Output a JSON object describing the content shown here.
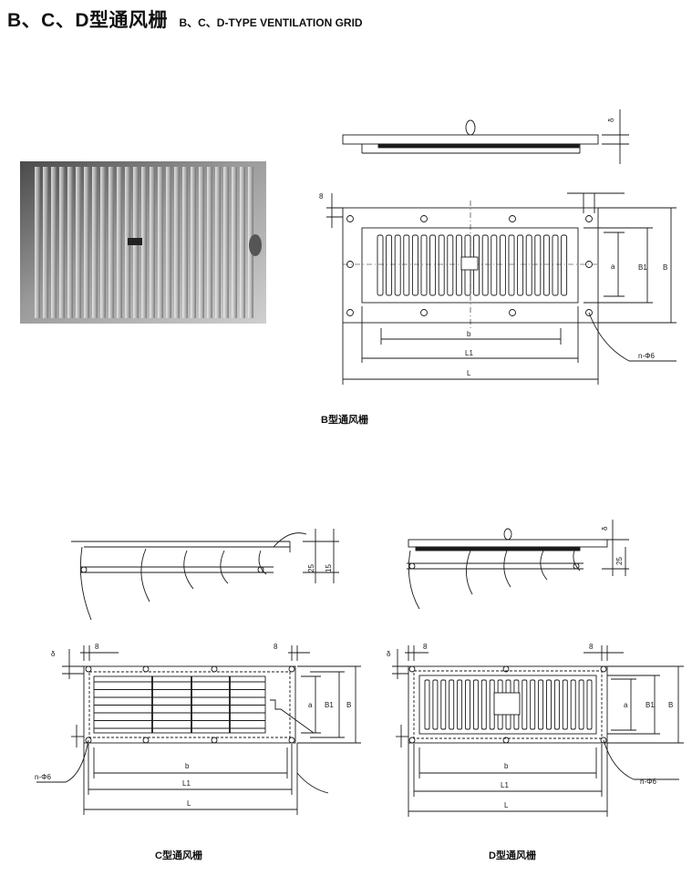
{
  "header": {
    "title_cn": "B、C、D型通风栅",
    "title_en": "B、C、D-TYPE VENTILATION GRID"
  },
  "captions": {
    "b_type": "B型通风栅",
    "c_type": "C型通风栅",
    "d_type": "D型通风栅"
  },
  "dimensions": {
    "b_type": {
      "delta": "δ",
      "eight": "8",
      "b1": "B1",
      "big_b": "B",
      "a": "a",
      "b": "b",
      "l1": "L1",
      "l": "L",
      "holes": "n-Φ6"
    },
    "c_type": {
      "delta": "δ",
      "eight_left": "8",
      "eight_right": "8",
      "a": "a",
      "b1": "B1",
      "big_b": "B",
      "b": "b",
      "l1": "L1",
      "l": "L",
      "holes": "n-Φ6",
      "h25": "25",
      "h15": "15"
    },
    "d_type": {
      "delta": "δ",
      "eight_left": "8",
      "eight_right": "8",
      "a": "a",
      "b1": "B1",
      "big_b": "B",
      "b": "b",
      "l1": "L1",
      "l": "L",
      "holes": "n-Φ6",
      "h25": "25"
    }
  },
  "colors": {
    "line": "#1a1a1a",
    "photo_dark": "#5a5a5a",
    "photo_light": "#d8d8d8"
  }
}
